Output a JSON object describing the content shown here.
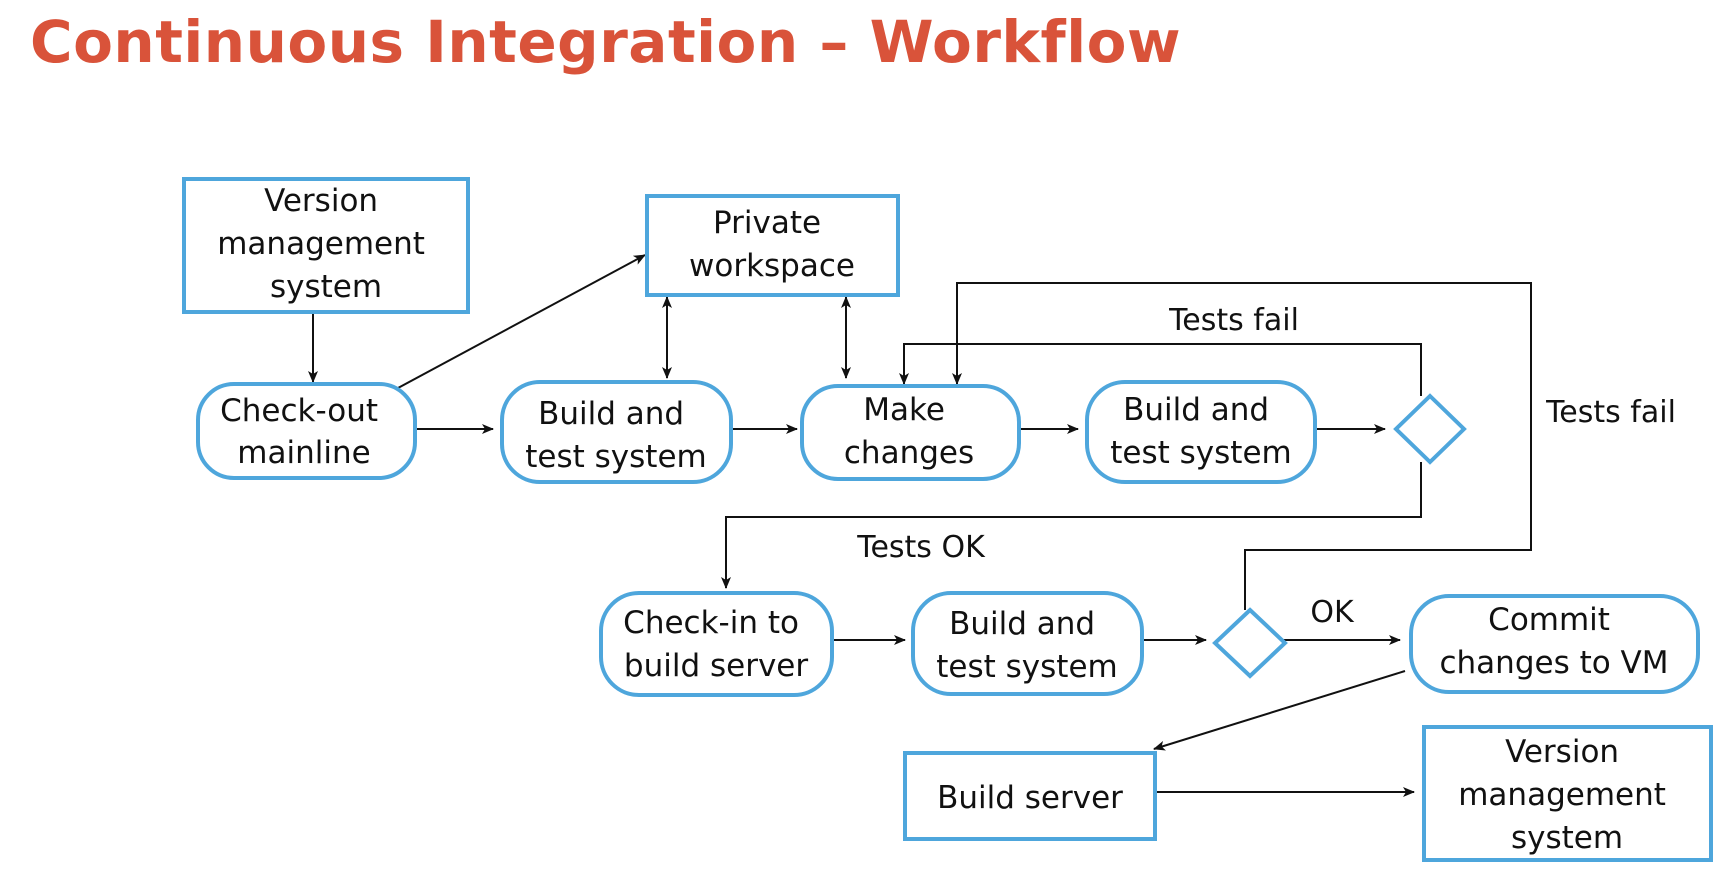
{
  "title": "Continuous Integration – Workflow",
  "colors": {
    "title": "#d9533a",
    "shape_border": "#4ea6dc",
    "line": "#111111"
  },
  "nodes": {
    "vms_top": [
      "Version",
      "management",
      "system"
    ],
    "private_workspace": [
      "Private",
      "workspace"
    ],
    "checkout_mainline": [
      "Check-out",
      "mainline"
    ],
    "build_test_1": [
      "Build and",
      "test system"
    ],
    "make_changes": [
      "Make",
      "changes"
    ],
    "build_test_2": [
      "Build and",
      "test system"
    ],
    "checkin_build_server": [
      "Check-in to",
      "build server"
    ],
    "build_test_3": [
      "Build and",
      "test system"
    ],
    "commit_changes": [
      "Commit",
      "changes to VM"
    ],
    "build_server": [
      "Build server"
    ],
    "vms_bottom": [
      "Version",
      "management",
      "system"
    ]
  },
  "edge_labels": {
    "tests_fail_1": "Tests fail",
    "tests_fail_2": "Tests fail",
    "tests_ok": "Tests OK",
    "ok": "OK"
  }
}
